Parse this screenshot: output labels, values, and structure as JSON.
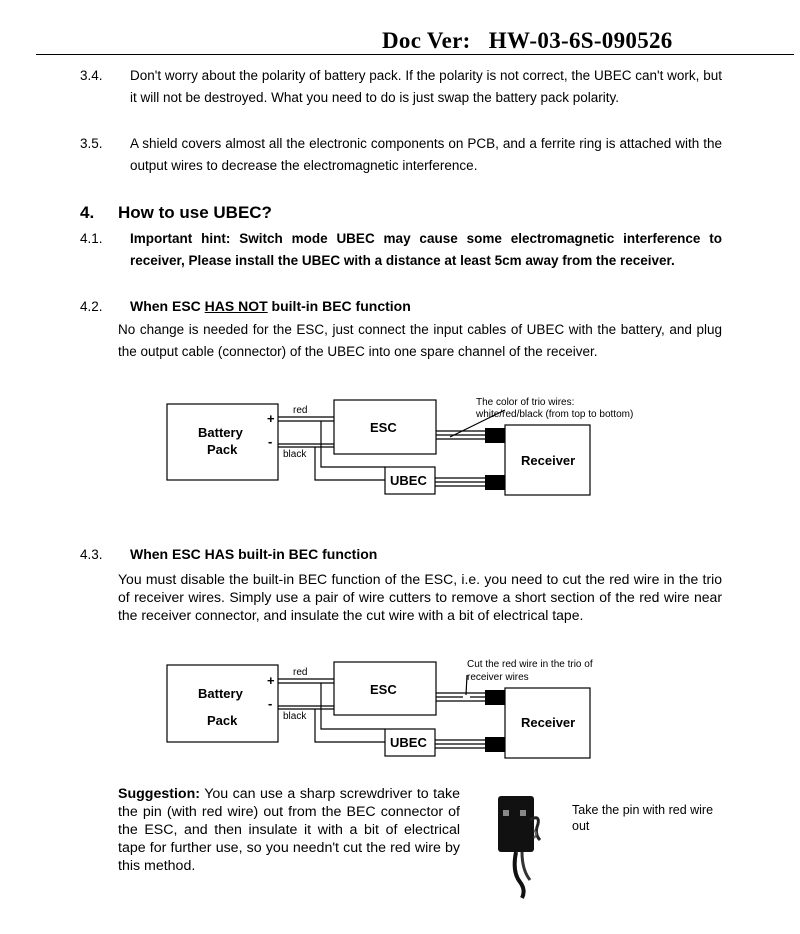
{
  "header": {
    "doc_ver_label": "Doc Ver:",
    "doc_ver_value": "HW-03-6S-090526"
  },
  "sections": {
    "s3_4": {
      "number": "3.4.",
      "text": "Don't worry about the polarity of battery pack. If the polarity is not correct, the UBEC can't work, but it will not be destroyed. What you need to do is just swap the battery pack polarity."
    },
    "s3_5": {
      "number": "3.5.",
      "text": "A shield covers almost all the electronic components on PCB, and a ferrite ring is attached with the output wires to decrease the electromagnetic interference."
    },
    "s4": {
      "number": "4.",
      "title": "How to use UBEC?"
    },
    "s4_1": {
      "number": "4.1.",
      "text": "Important hint: Switch mode UBEC may cause some electromagnetic interference to receiver, Please install the UBEC with a distance at least 5cm away from the receiver."
    },
    "s4_2": {
      "number": "4.2.",
      "title_pre": "When ESC ",
      "title_underlined": "HAS NOT",
      "title_post": " built-in BEC function",
      "text": "No change is needed for the ESC, just connect the input cables of UBEC with the battery, and plug the output cable (connector) of the UBEC into one spare channel of the receiver."
    },
    "s4_3": {
      "number": "4.3.",
      "title": "When ESC HAS built-in BEC function",
      "text": "You must disable the built-in BEC function of the ESC, i.e. you need to cut the red wire in the trio of receiver wires. Simply use a pair of wire cutters to remove a short section of the red wire near the receiver connector, and insulate the cut wire with a bit of electrical tape."
    }
  },
  "diagram1": {
    "battery_line1": "Battery",
    "battery_line2": "Pack",
    "plus": "+",
    "minus": "-",
    "red": "red",
    "black": "black",
    "esc": "ESC",
    "ubec": "UBEC",
    "receiver": "Receiver",
    "note_line1": "The color of trio wires:",
    "note_line2": "white/red/black (from top to bottom)"
  },
  "diagram2": {
    "battery_line1": "Battery",
    "battery_line2": "Pack",
    "plus": "+",
    "minus": "-",
    "red": "red",
    "black": "black",
    "esc": "ESC",
    "ubec": "UBEC",
    "receiver": "Receiver",
    "note_line1": "Cut the red wire in the trio of",
    "note_line2": "receiver wires"
  },
  "suggestion": {
    "label": "Suggestion:",
    "text": " You can use a sharp screwdriver to take the pin (with red wire) out from the BEC connector of the ESC, and then insulate it with a bit of electrical tape for further use, so you needn't cut the red wire by this method."
  },
  "pin_caption": "Take the pin with red wire out"
}
